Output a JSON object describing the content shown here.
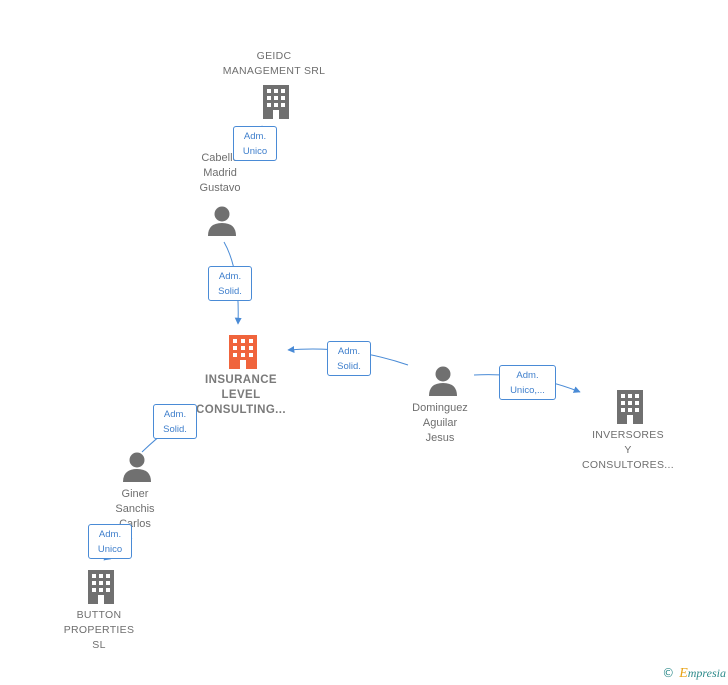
{
  "nodes": {
    "geidc": {
      "label": "GEIDC\nMANAGEMENT SRL",
      "icon": "building-icon"
    },
    "cabello": {
      "label": "Cabello\nMadrid\nGustavo",
      "icon": "person-icon"
    },
    "insurance": {
      "label": "INSURANCE\nLEVEL\nCONSULTING...",
      "icon": "building-icon"
    },
    "dominguez": {
      "label": "Dominguez\nAguilar\nJesus",
      "icon": "person-icon"
    },
    "inversores": {
      "label": "INVERSORES\nY\nCONSULTORES...",
      "icon": "building-icon"
    },
    "giner": {
      "label": "Giner\nSanchis\nCarlos",
      "icon": "person-icon"
    },
    "button": {
      "label": "BUTTON\nPROPERTIES\nSL",
      "icon": "building-icon"
    }
  },
  "edges": {
    "e1": "Adm.\nUnico",
    "e2": "Adm.\nSolid.",
    "e3": "Adm.\nSolid.",
    "e4": "Adm.\nUnico,...",
    "e5": "Adm.\nSolid.",
    "e6": "Adm.\nUnico"
  },
  "footer": {
    "copyright": "©",
    "brand_initial": "E",
    "brand_rest": "mpresia"
  },
  "colors": {
    "edge": "#4a8bd6",
    "icon": "#707070",
    "focus_icon": "#f0643c"
  }
}
